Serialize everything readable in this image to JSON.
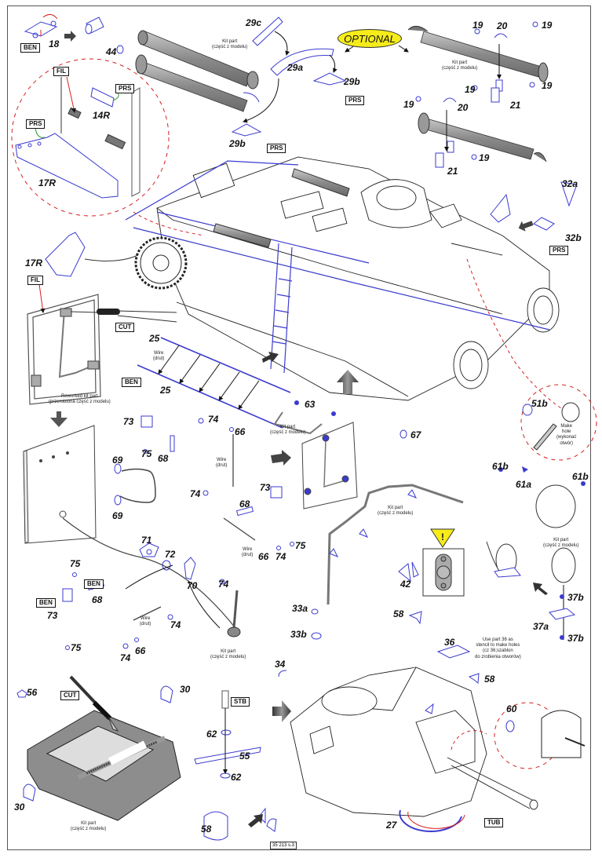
{
  "sheet": {
    "footer_code": "35 213 s.3",
    "optional_label": "OPTIONAL",
    "warning_symbol": "!"
  },
  "tags": {
    "ben": "BEN",
    "fil": "FIL",
    "prs": "PRS",
    "cut": "CUT",
    "stb": "STB",
    "tub": "TUB"
  },
  "notes": {
    "kit_part": [
      "Kit part",
      "(część z modelu)"
    ],
    "reworked_kit_part": [
      "Reworked kit part",
      "(przerobiona część z modelu)"
    ],
    "wire": [
      "Wire",
      "(drut)"
    ],
    "make_hole": [
      "Make",
      "hole",
      "(wykonać",
      "otwór)"
    ],
    "stencil": [
      "Use part 36 as",
      "stencil to make holes",
      "(cz 36;szablon",
      "do zrobienia otworów)"
    ]
  },
  "parts": {
    "p18": "18",
    "p44": "44",
    "p14R": "14R",
    "p17R": "17R",
    "p29a": "29a",
    "p29b": "29b",
    "p29c": "29c",
    "p19": "19",
    "p20": "20",
    "p21": "21",
    "p32a": "32a",
    "p32b": "32b",
    "p25": "25",
    "p63": "63",
    "p67": "67",
    "p51b": "51b",
    "p61a": "61a",
    "p61b": "61b",
    "p73": "73",
    "p75": "75",
    "p68": "68",
    "p74": "74",
    "p66": "66",
    "p69": "69",
    "p71": "71",
    "p72": "72",
    "p70": "70",
    "p42": "42",
    "p37a": "37a",
    "p37b": "37b",
    "p33a": "33a",
    "p33b": "33b",
    "p34": "34",
    "p58": "58",
    "p36": "36",
    "p56": "56",
    "p30": "30",
    "p62": "62",
    "p55": "55",
    "p60": "60",
    "p27": "27"
  },
  "colors": {
    "pe_part": "#3b3bd0",
    "detail_callout": "#d62020",
    "optional_fill": "#f5ec1a",
    "glue_line": "#2a9a2a",
    "kit_grey": "#9a9a9a"
  }
}
